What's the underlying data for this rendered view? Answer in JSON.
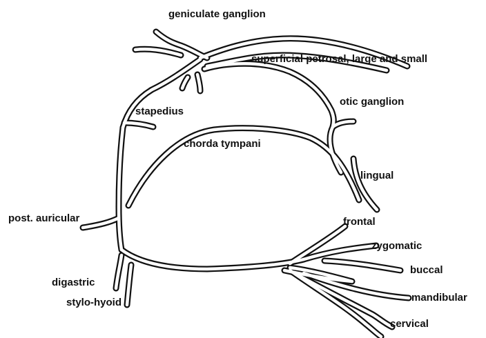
{
  "labels": {
    "geniculate_ganglion": "geniculate ganglion",
    "superficial_petrosal": "superficial petrosal, large and small",
    "otic_ganglion": "otic ganglion",
    "stapedius": "stapedius",
    "chorda_tympani": "chorda tympani",
    "lingual": "lingual",
    "post_auricular": "post. auricular",
    "frontal": "frontal",
    "zygomatic": "zygomatic",
    "buccal": "buccal",
    "digastric": "digastric",
    "mandibular": "mandibular",
    "stylo_hyoid": "stylo-hyoid",
    "cervical": "cervical"
  },
  "colors": {
    "line": "#111111",
    "background": "#ffffff"
  }
}
